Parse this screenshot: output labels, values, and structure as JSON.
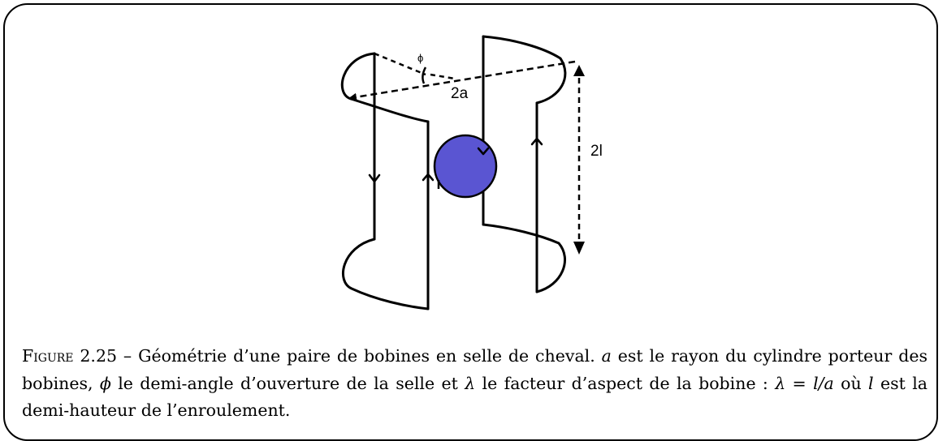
{
  "diagram": {
    "labels": {
      "phi": "ϕ",
      "diameter": "2a",
      "height": "2l"
    },
    "sphere_color": "#5a55d2"
  },
  "caption": {
    "figure_label": "Figure 2.25",
    "separator": " – ",
    "t1": "Géométrie d’une paire de bobines en selle de cheval. ",
    "m_a": "a",
    "t2": " est le rayon du cylindre porteur des bobines, ",
    "m_phi": "ϕ",
    "t3": " le demi-angle d’ouverture de la selle et ",
    "m_lambda": "λ",
    "t4": " le facteur d’aspect de la bobine : ",
    "m_formula": "λ = l/a",
    "t5": " où ",
    "m_l": "l",
    "t6": " est la demi-hauteur de l’enroulement."
  }
}
